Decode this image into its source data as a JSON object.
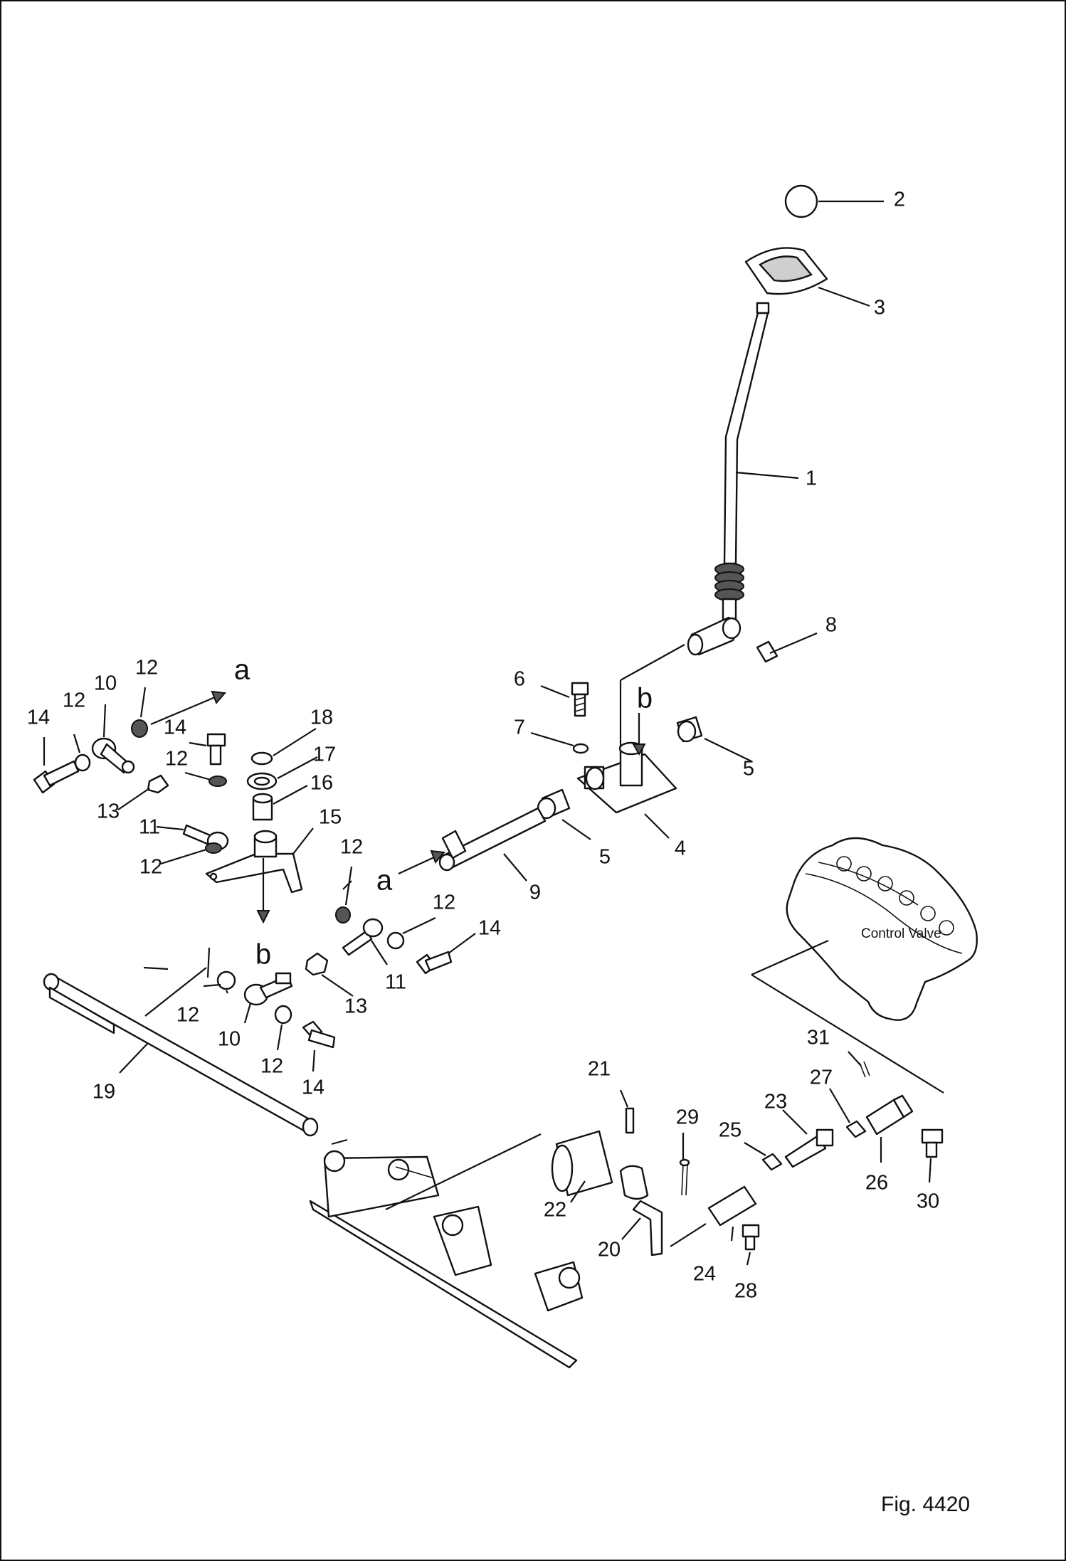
{
  "figure": {
    "caption": "Fig. 4420",
    "control_valve_label": "Control Valve",
    "connection_marks": {
      "a": "a",
      "b": "b"
    }
  },
  "callouts": [
    {
      "id": "c1",
      "text": "1"
    },
    {
      "id": "c2",
      "text": "2"
    },
    {
      "id": "c3",
      "text": "3"
    },
    {
      "id": "c4",
      "text": "4"
    },
    {
      "id": "c5a",
      "text": "5"
    },
    {
      "id": "c5b",
      "text": "5"
    },
    {
      "id": "c6",
      "text": "6"
    },
    {
      "id": "c7",
      "text": "7"
    },
    {
      "id": "c8",
      "text": "8"
    },
    {
      "id": "c9",
      "text": "9"
    },
    {
      "id": "c10a",
      "text": "10"
    },
    {
      "id": "c10b",
      "text": "10"
    },
    {
      "id": "c11a",
      "text": "11"
    },
    {
      "id": "c11b",
      "text": "11"
    },
    {
      "id": "c12a",
      "text": "12"
    },
    {
      "id": "c12b",
      "text": "12"
    },
    {
      "id": "c12c",
      "text": "12"
    },
    {
      "id": "c12d",
      "text": "12"
    },
    {
      "id": "c12e",
      "text": "12"
    },
    {
      "id": "c12f",
      "text": "12"
    },
    {
      "id": "c12g",
      "text": "12"
    },
    {
      "id": "c12h",
      "text": "12"
    },
    {
      "id": "c13a",
      "text": "13"
    },
    {
      "id": "c13b",
      "text": "13"
    },
    {
      "id": "c14a",
      "text": "14"
    },
    {
      "id": "c14b",
      "text": "14"
    },
    {
      "id": "c14c",
      "text": "14"
    },
    {
      "id": "c14d",
      "text": "14"
    },
    {
      "id": "c15",
      "text": "15"
    },
    {
      "id": "c16",
      "text": "16"
    },
    {
      "id": "c17",
      "text": "17"
    },
    {
      "id": "c18",
      "text": "18"
    },
    {
      "id": "c19",
      "text": "19"
    },
    {
      "id": "c20",
      "text": "20"
    },
    {
      "id": "c21",
      "text": "21"
    },
    {
      "id": "c22",
      "text": "22"
    },
    {
      "id": "c23",
      "text": "23"
    },
    {
      "id": "c24",
      "text": "24"
    },
    {
      "id": "c25",
      "text": "25"
    },
    {
      "id": "c26",
      "text": "26"
    },
    {
      "id": "c27",
      "text": "27"
    },
    {
      "id": "c28",
      "text": "28"
    },
    {
      "id": "c29",
      "text": "29"
    },
    {
      "id": "c30",
      "text": "30"
    },
    {
      "id": "c31",
      "text": "31"
    }
  ]
}
